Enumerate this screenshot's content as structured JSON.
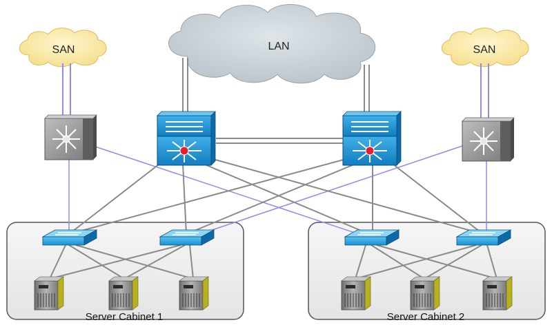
{
  "clouds": {
    "lan": "LAN",
    "san_left": "SAN",
    "san_right": "SAN"
  },
  "cabinets": {
    "left": "Server Cabinet 1",
    "right": "Server Cabinet 2"
  },
  "colors": {
    "cloud_lan": "#c9d1d6",
    "cloud_san": "#fbe9a6",
    "core_switch": "#1d8fd0",
    "access_switch": "#28a2e0",
    "san_switch": "#9a9a9a",
    "ethernet_link": "#8a8a8a",
    "san_link": "#8c8cf0",
    "server_body": "#8f8f8f",
    "server_accent": "#b8b020"
  },
  "icons": {
    "core_switch": "multilayer-switch-icon",
    "san_switch": "mds-fabric-switch-icon",
    "access_switch": "workgroup-switch-icon",
    "server": "file-server-icon"
  }
}
